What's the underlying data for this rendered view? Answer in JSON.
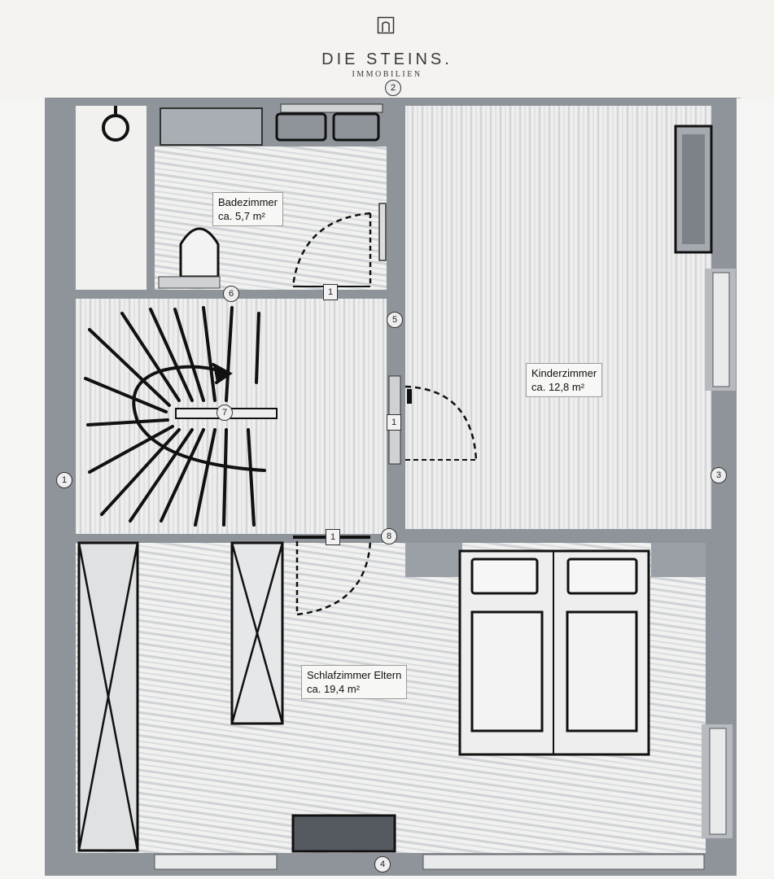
{
  "brand": {
    "name": "DIE STEINS.",
    "tagline": "IMMOBILIEN",
    "logo_icon": "house-icon"
  },
  "rooms": [
    {
      "name": "Badezimmer",
      "area": "ca. 5,7 m²"
    },
    {
      "name": "Kinderzimmer",
      "area": "ca. 12,8 m²"
    },
    {
      "name": "Schlafzimmer Eltern",
      "area": "ca. 19,4 m²"
    }
  ],
  "axis_markers": [
    "1",
    "2",
    "3",
    "4",
    "5",
    "6",
    "7",
    "8"
  ],
  "door_numbers": [
    "1",
    "1",
    "1"
  ],
  "colors": {
    "wall": "#8d9298",
    "floor_hatch": "#c9ccd1",
    "ink": "#111111"
  }
}
